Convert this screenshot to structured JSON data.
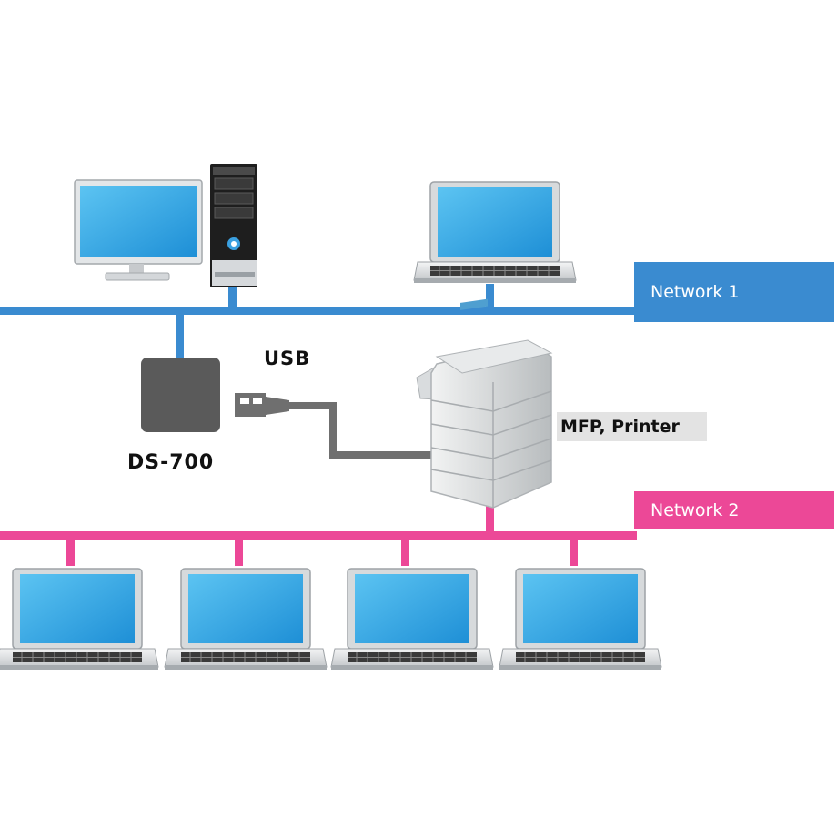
{
  "network1": {
    "label": "Network 1",
    "color": "#3a8bd0"
  },
  "network2": {
    "label": "Network 2",
    "color": "#ec4897"
  },
  "device_server": {
    "label": "DS-700",
    "color": "#5a5a5a"
  },
  "usb": {
    "label": "USB"
  },
  "printer": {
    "label": "MFP, Printer"
  },
  "icons": [
    "desktop-monitor-icon",
    "tower-pc-icon",
    "laptop-icon",
    "device-server-icon",
    "usb-plug-icon",
    "mfp-printer-icon"
  ]
}
